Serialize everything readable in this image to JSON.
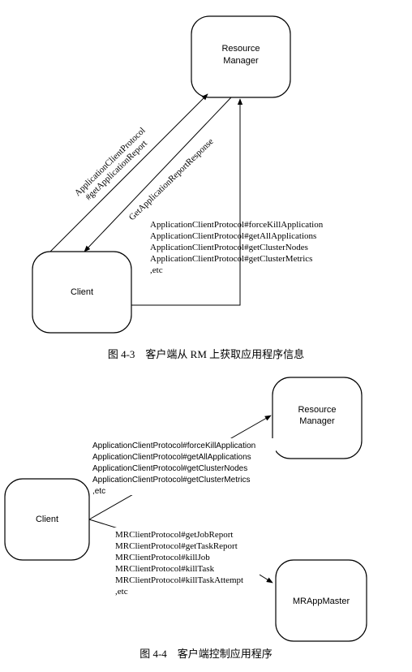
{
  "figure1": {
    "resource_manager": [
      "Resource",
      "Manager"
    ],
    "client": "Client",
    "left_arrow_label": [
      "ApplicationClientProtocol",
      "#getApplicationReport"
    ],
    "response_label": "GetApplicationReportResponse",
    "methods": [
      "ApplicationClientProtocol#forceKillApplication",
      "ApplicationClientProtocol#getAllApplications",
      "ApplicationClientProtocol#getClusterNodes",
      "ApplicationClientProtocol#getClusterMetrics",
      ",etc"
    ],
    "caption": "图 4-3　客户端从 RM 上获取应用程序信息"
  },
  "figure2": {
    "resource_manager": [
      "Resource",
      "Manager"
    ],
    "client": "Client",
    "app_master": "MRAppMaster",
    "rm_methods": [
      "ApplicationClientProtocol#forceKillApplication",
      "ApplicationClientProtocol#getAllApplications",
      "ApplicationClientProtocol#getClusterNodes",
      "ApplicationClientProtocol#getClusterMetrics",
      ",etc"
    ],
    "am_methods": [
      "MRClientProtocol#getJobReport",
      "MRClientProtocol#getTaskReport",
      "MRClientProtocol#killJob",
      "MRClientProtocol#killTask",
      "MRClientProtocol#killTaskAttempt",
      ",etc"
    ],
    "caption": "图 4-4　客户端控制应用程序"
  }
}
